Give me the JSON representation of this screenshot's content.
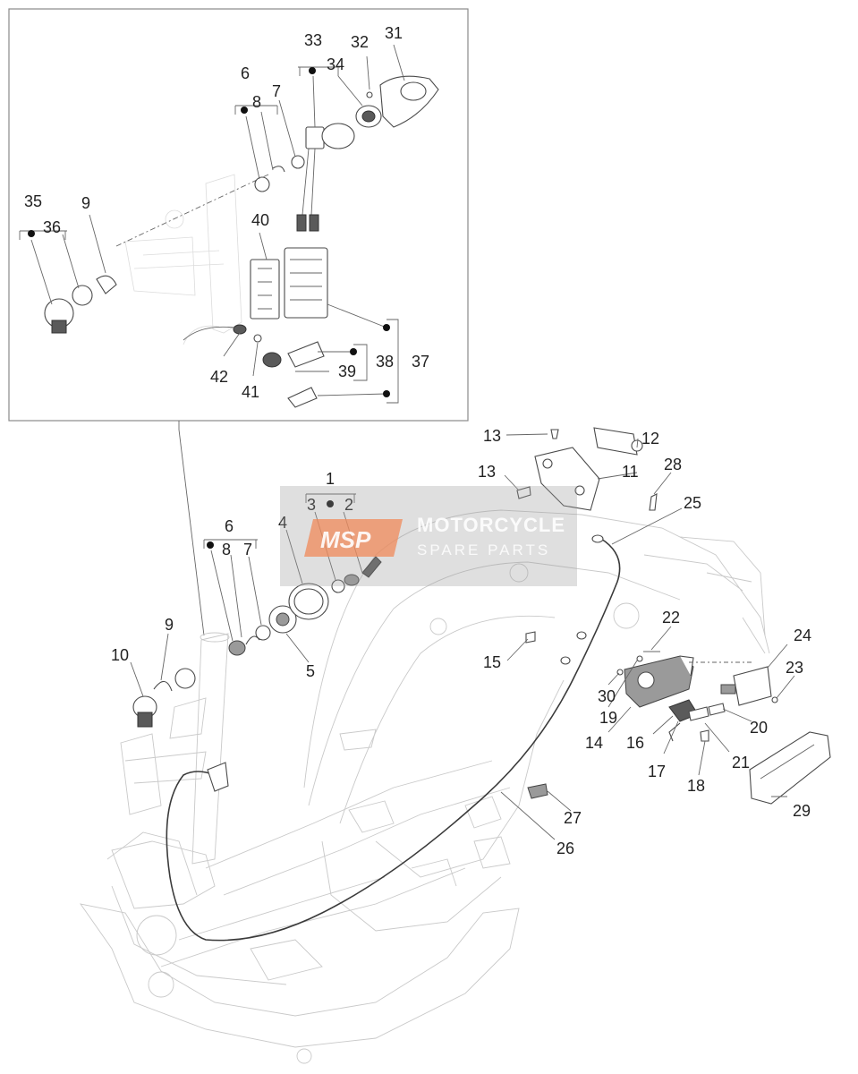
{
  "labels": {
    "inset": [
      "33",
      "32",
      "31",
      "6",
      "8",
      "7",
      "34",
      "35",
      "9",
      "36",
      "40",
      "38",
      "37",
      "39",
      "42",
      "41"
    ],
    "main": [
      "13",
      "12",
      "11",
      "28",
      "13",
      "25",
      "1",
      "3",
      "2",
      "6",
      "8",
      "7",
      "4",
      "9",
      "10",
      "5",
      "22",
      "24",
      "23",
      "15",
      "30",
      "19",
      "20",
      "14",
      "16",
      "21",
      "17",
      "18",
      "29",
      "27",
      "26"
    ]
  },
  "watermark": {
    "logo_text": "MSP",
    "line1": "MOTORCYCLE",
    "line2": "SPARE PARTS"
  }
}
